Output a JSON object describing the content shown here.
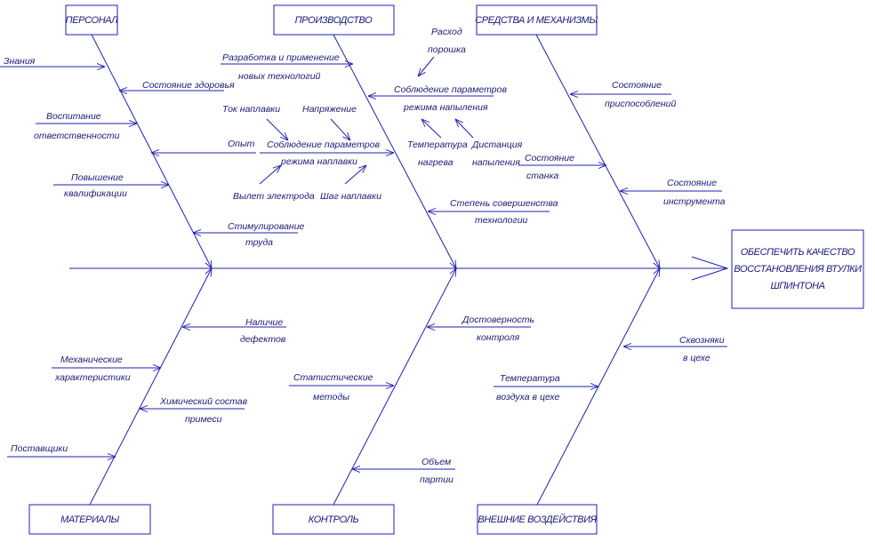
{
  "effect": {
    "lines": [
      "ОБЕСПЕЧИТЬ КАЧЕСТВО",
      "ВОССТАНОВЛЕНИЯ ВТУЛКИ",
      "ШПИНТОНА"
    ]
  },
  "categories": {
    "personnel": "ПЕРСОНАЛ",
    "production": "ПРОИЗВОДСТВО",
    "means": "СРЕДСТВА И МЕХАНИЗМЫ",
    "materials": "МАТЕРИАЛЫ",
    "control": "КОНТРОЛЬ",
    "external": "ВНЕШНИЕ ВОЗДЕЙСТВИЯ"
  },
  "causes": {
    "knowledge": [
      "Знания"
    ],
    "health": [
      "Состояние здоровья"
    ],
    "discipline": [
      "Воспитание",
      "ответственности"
    ],
    "experience": [
      "Опыт"
    ],
    "qualification": [
      "Повышение",
      "квалификации"
    ],
    "stimulation": [
      "Стимулирование",
      "труда"
    ],
    "new_tech": [
      "Разработка и применение",
      "новых технологий"
    ],
    "powder": [
      "Расход",
      "порошка"
    ],
    "spray_mode": [
      "Соблюдение параметров",
      "режима напыления"
    ],
    "current": [
      "Ток наплавки"
    ],
    "voltage": [
      "Напряжение"
    ],
    "weld_mode": [
      "Соблюдение параметров",
      "режима наплавки"
    ],
    "heat_temp": [
      "Температура",
      "нагрева"
    ],
    "spray_dist": [
      "Дистанция",
      "напыления"
    ],
    "electrode": [
      "Вылет электрода"
    ],
    "step": [
      "Шаг наплавки"
    ],
    "tech_level": [
      "Степень совершенства",
      "технологии"
    ],
    "fixtures": [
      "Состояние",
      "приспособлений"
    ],
    "machine": [
      "Состояние",
      "станка"
    ],
    "tools": [
      "Состояние",
      "инструмента"
    ],
    "defects": [
      "Наличие",
      "дефектов"
    ],
    "mech_props": [
      "Механические",
      "характеристики"
    ],
    "chem_comp": [
      "Химический состав",
      "примеси"
    ],
    "suppliers": [
      "Поставщики"
    ],
    "reliability": [
      "Достоверность",
      "контроля"
    ],
    "statistics": [
      "Статистические",
      "методы"
    ],
    "batch": [
      "Объем",
      "партии"
    ],
    "drafts": [
      "Сквозняки",
      "в цехе"
    ],
    "air_temp": [
      "Температура",
      "воздуха в цехе"
    ]
  },
  "colors": {
    "line": "#2020b0",
    "text": "#1a1a7a",
    "background": "#ffffff"
  }
}
